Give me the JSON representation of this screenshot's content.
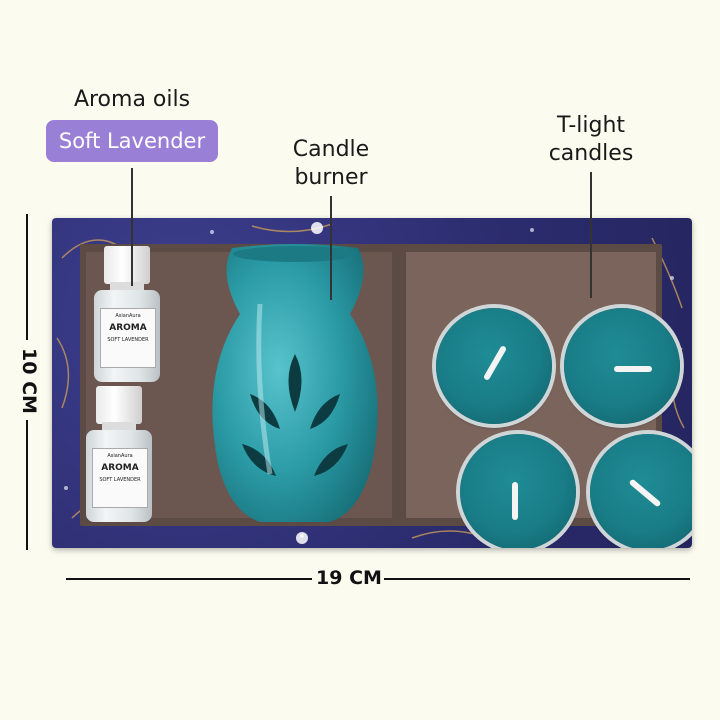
{
  "labels": {
    "aroma_oils": "Aroma oils",
    "soft_lavender": "Soft Lavender",
    "candle_burner": [
      "Candle",
      "burner"
    ],
    "tlight_candles": [
      "T-light",
      "candles"
    ]
  },
  "dimensions": {
    "height": "10 CM",
    "width": "19 CM"
  },
  "bottle_label": {
    "brand": "AsianAura",
    "name": "AROMA",
    "variant": "SOFT LAVENDER"
  },
  "colors": {
    "background": "#fbfbf0",
    "pill": "#9a7fd6",
    "burner": "#2a9aa5",
    "candle": "#197c86",
    "box": "#2b2c6e"
  }
}
